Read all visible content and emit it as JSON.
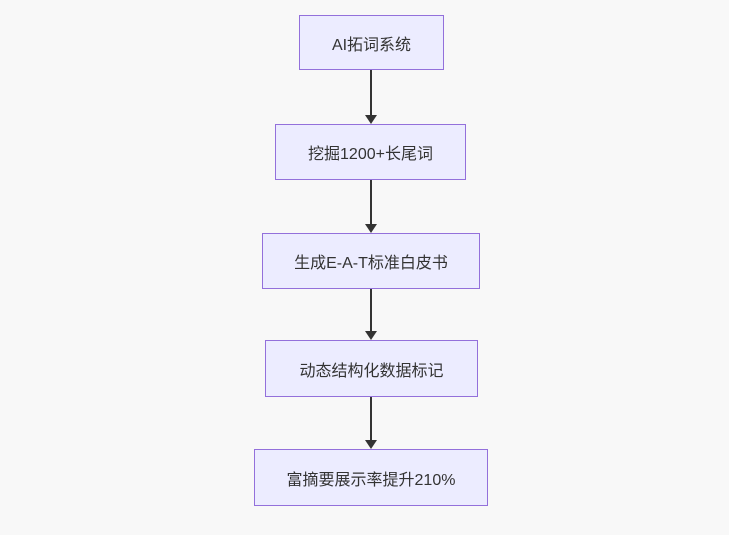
{
  "diagram": {
    "type": "flowchart",
    "direction": "top-down",
    "nodes": [
      {
        "label": "AI拓词系统"
      },
      {
        "label": "挖掘1200+长尾词"
      },
      {
        "label": "生成E-A-T标准白皮书"
      },
      {
        "label": "动态结构化数据标记"
      },
      {
        "label": "富摘要展示率提升210%"
      }
    ],
    "edges": [
      {
        "from": 0,
        "to": 1
      },
      {
        "from": 1,
        "to": 2
      },
      {
        "from": 2,
        "to": 3
      },
      {
        "from": 3,
        "to": 4
      }
    ],
    "colors": {
      "node_fill": "#ECECFF",
      "node_border": "#9370DB",
      "edge_line": "#333333",
      "node_text": "#333333",
      "background": "#f8f8f8"
    }
  }
}
